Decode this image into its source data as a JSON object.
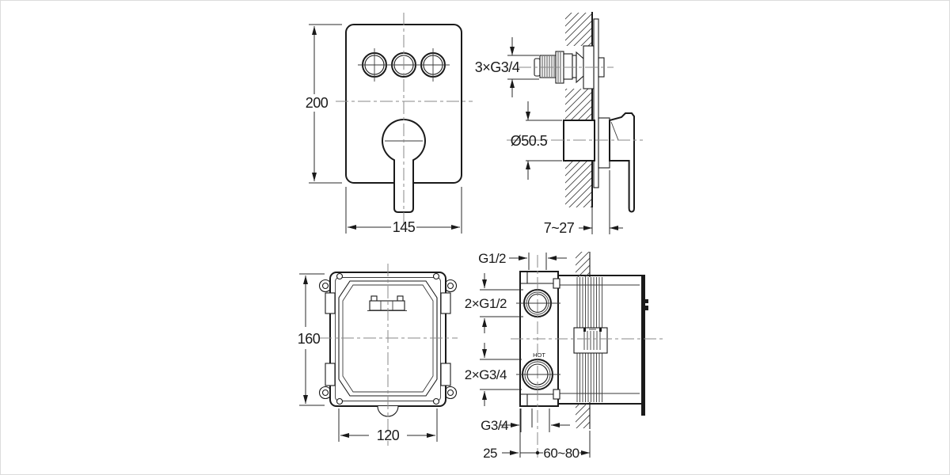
{
  "views": {
    "front_panel": {
      "dim_height": "200",
      "dim_width": "145"
    },
    "trim_side": {
      "dim_thread": "3×G3/4",
      "dim_diameter": "Ø50.5",
      "dim_depth": "7~27"
    },
    "box_front": {
      "dim_height": "160",
      "dim_width": "120"
    },
    "box_side": {
      "dim_top_port": "G1/2",
      "dim_upper_ports": "2×G1/2",
      "label_hot": "HOT",
      "dim_lower_ports": "2×G3/4",
      "dim_bottom_port": "G3/4",
      "dim_offset": "25",
      "dim_depth_range": "60~80"
    }
  },
  "colors": {
    "line": "#1a1a1a",
    "centerline": "#8a8a8a",
    "background": "#ffffff"
  }
}
